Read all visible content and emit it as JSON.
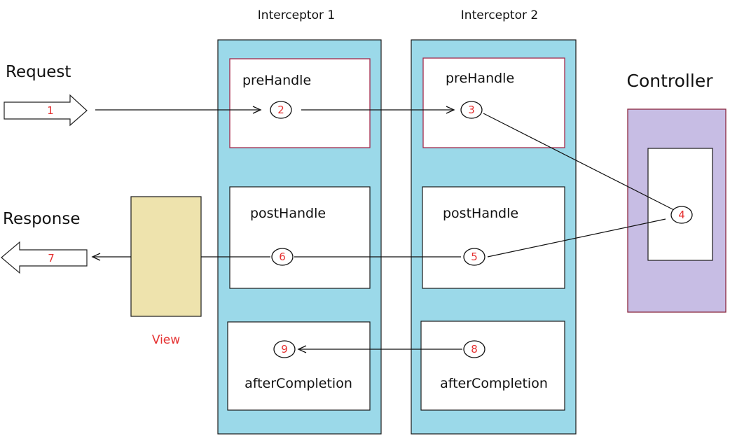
{
  "colors": {
    "interceptor_fill": "#9bd9e9",
    "controller_fill": "#c7bde4",
    "controller_border": "#8b2840",
    "view_fill": "#eee3ad",
    "prehandle_border": "#a3294a",
    "box_border": "#1a1a1a",
    "number_red": "#e53030",
    "line": "#111111"
  },
  "labels": {
    "interceptor1": "Interceptor 1",
    "interceptor2": "Interceptor 2",
    "controller": "Controller",
    "request": "Request",
    "response": "Response",
    "view": "View"
  },
  "interceptor1": {
    "pre": "preHandle",
    "post": "postHandle",
    "after": "afterCompletion"
  },
  "interceptor2": {
    "pre": "preHandle",
    "post": "postHandle",
    "after": "afterCompletion"
  },
  "steps": [
    "1",
    "2",
    "3",
    "4",
    "5",
    "6",
    "7",
    "8",
    "9"
  ]
}
